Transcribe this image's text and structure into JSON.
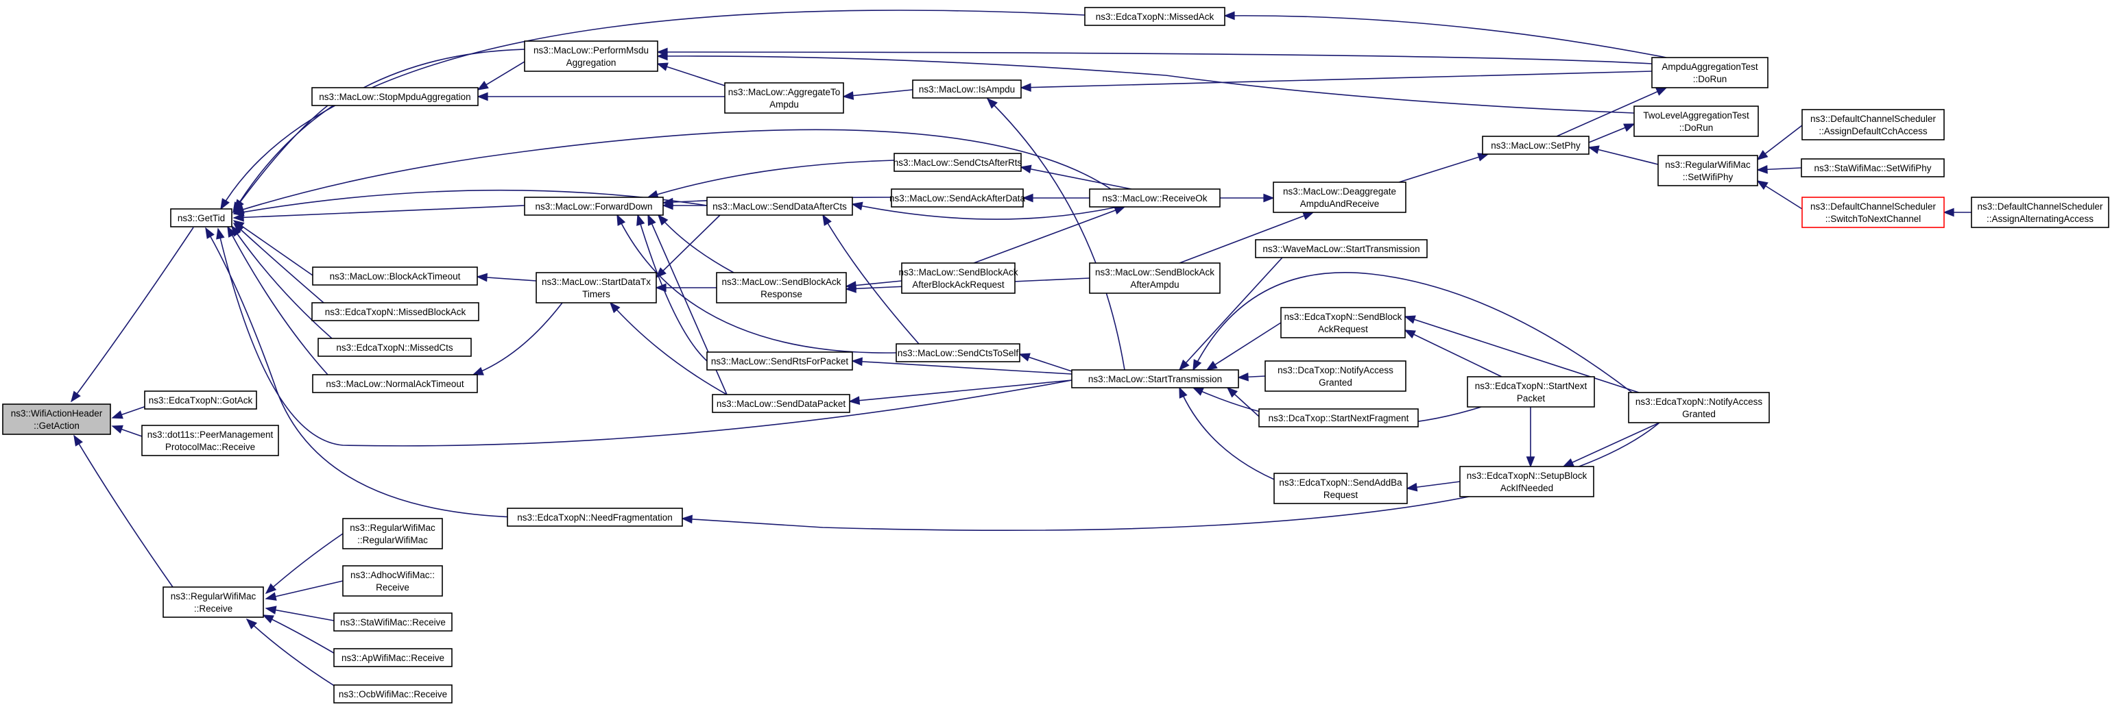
{
  "graph": {
    "colors": {
      "edge": "#191970",
      "node_fill": "#ffffff",
      "root_fill": "#bfbfbf",
      "truncated_border": "#ff0000",
      "border": "#000000"
    },
    "nodes": [
      {
        "id": "getaction",
        "lines": [
          "ns3::WifiActionHeader",
          "::GetAction"
        ],
        "root": true
      },
      {
        "id": "gettid",
        "lines": [
          "ns3::GetTid"
        ]
      },
      {
        "id": "edca_gotack",
        "lines": [
          "ns3::EdcaTxopN::GotAck"
        ]
      },
      {
        "id": "peer_receive",
        "lines": [
          "ns3::dot11s::PeerManagement",
          "ProtocolMac::Receive"
        ]
      },
      {
        "id": "regwifi_receive",
        "lines": [
          "ns3::RegularWifiMac",
          "::Receive"
        ]
      },
      {
        "id": "regwifi_ctor",
        "lines": [
          "ns3::RegularWifiMac",
          "::RegularWifiMac"
        ]
      },
      {
        "id": "adhoc_receive",
        "lines": [
          "ns3::AdhocWifiMac::",
          "Receive"
        ]
      },
      {
        "id": "sta_receive",
        "lines": [
          "ns3::StaWifiMac::Receive"
        ]
      },
      {
        "id": "ap_receive",
        "lines": [
          "ns3::ApWifiMac::Receive"
        ]
      },
      {
        "id": "ocb_receive",
        "lines": [
          "ns3::OcbWifiMac::Receive"
        ]
      },
      {
        "id": "stopmpdu",
        "lines": [
          "ns3::MacLow::StopMpduAggregation"
        ]
      },
      {
        "id": "performmsdu",
        "lines": [
          "ns3::MacLow::PerformMsdu",
          "Aggregation"
        ]
      },
      {
        "id": "aggregatetoampdu",
        "lines": [
          "ns3::MacLow::AggregateTo",
          "Ampdu"
        ]
      },
      {
        "id": "isampdu",
        "lines": [
          "ns3::MacLow::IsAmpdu"
        ]
      },
      {
        "id": "missedack",
        "lines": [
          "ns3::EdcaTxopN::MissedAck"
        ]
      },
      {
        "id": "ampdutest",
        "lines": [
          "AmpduAggregationTest",
          "::DoRun"
        ]
      },
      {
        "id": "twoleveltest",
        "lines": [
          "TwoLevelAggregationTest",
          "::DoRun"
        ]
      },
      {
        "id": "forwarddown",
        "lines": [
          "ns3::MacLow::ForwardDown"
        ]
      },
      {
        "id": "blockacktimeout",
        "lines": [
          "ns3::MacLow::BlockAckTimeout"
        ]
      },
      {
        "id": "missedblockack",
        "lines": [
          "ns3::EdcaTxopN::MissedBlockAck"
        ]
      },
      {
        "id": "missedcts",
        "lines": [
          "ns3::EdcaTxopN::MissedCts"
        ]
      },
      {
        "id": "normalacktimeout",
        "lines": [
          "ns3::MacLow::NormalAckTimeout"
        ]
      },
      {
        "id": "startdatatx",
        "lines": [
          "ns3::MacLow::StartDataTx",
          "Timers"
        ]
      },
      {
        "id": "needfrag",
        "lines": [
          "ns3::EdcaTxopN::NeedFragmentation"
        ]
      },
      {
        "id": "sendctsafterrts",
        "lines": [
          "ns3::MacLow::SendCtsAfterRts"
        ]
      },
      {
        "id": "sendackafterdata",
        "lines": [
          "ns3::MacLow::SendAckAfterData"
        ]
      },
      {
        "id": "senddataaftercts",
        "lines": [
          "ns3::MacLow::SendDataAfterCts"
        ]
      },
      {
        "id": "sendblockackresp",
        "lines": [
          "ns3::MacLow::SendBlockAck",
          "Response"
        ]
      },
      {
        "id": "sendrtsforpacket",
        "lines": [
          "ns3::MacLow::SendRtsForPacket"
        ]
      },
      {
        "id": "senddatapacket",
        "lines": [
          "ns3::MacLow::SendDataPacket"
        ]
      },
      {
        "id": "sendctstoself",
        "lines": [
          "ns3::MacLow::SendCtsToSelf"
        ]
      },
      {
        "id": "sendbaafterbar",
        "lines": [
          "ns3::MacLow::SendBlockAck",
          "AfterBlockAckRequest"
        ]
      },
      {
        "id": "receiveok",
        "lines": [
          "ns3::MacLow::ReceiveOk"
        ]
      },
      {
        "id": "sendbaafterampdu",
        "lines": [
          "ns3::MacLow::SendBlockAck",
          "AfterAmpdu"
        ]
      },
      {
        "id": "starttransmission",
        "lines": [
          "ns3::MacLow::StartTransmission"
        ]
      },
      {
        "id": "deaggregate",
        "lines": [
          "ns3::MacLow::Deaggregate",
          "AmpduAndReceive"
        ]
      },
      {
        "id": "setphy",
        "lines": [
          "ns3::MacLow::SetPhy"
        ]
      },
      {
        "id": "regwifi_setwifiphy",
        "lines": [
          "ns3::RegularWifiMac",
          "::SetWifiPhy"
        ]
      },
      {
        "id": "wavemac_starttx",
        "lines": [
          "ns3::WaveMacLow::StartTransmission"
        ]
      },
      {
        "id": "edca_sendbar",
        "lines": [
          "ns3::EdcaTxopN::SendBlock",
          "AckRequest"
        ]
      },
      {
        "id": "dca_notifyaccess",
        "lines": [
          "ns3::DcaTxop::NotifyAccess",
          "Granted"
        ]
      },
      {
        "id": "dca_startnextfrag",
        "lines": [
          "ns3::DcaTxop::StartNextFragment"
        ]
      },
      {
        "id": "edca_sendaddba",
        "lines": [
          "ns3::EdcaTxopN::SendAddBa",
          "Request"
        ]
      },
      {
        "id": "edca_startnextpacket",
        "lines": [
          "ns3::EdcaTxopN::StartNext",
          "Packet"
        ]
      },
      {
        "id": "edca_setupblockack",
        "lines": [
          "ns3::EdcaTxopN::SetupBlock",
          "AckIfNeeded"
        ]
      },
      {
        "id": "edca_notifyaccess",
        "lines": [
          "ns3::EdcaTxopN::NotifyAccess",
          "Granted"
        ]
      },
      {
        "id": "dcs_assigndefault",
        "lines": [
          "ns3::DefaultChannelScheduler",
          "::AssignDefaultCchAccess"
        ]
      },
      {
        "id": "sta_setwifiphy",
        "lines": [
          "ns3::StaWifiMac::SetWifiPhy"
        ]
      },
      {
        "id": "dcs_switch",
        "lines": [
          "ns3::DefaultChannelScheduler",
          "::SwitchToNextChannel"
        ],
        "truncated": true
      },
      {
        "id": "dcs_assignalt",
        "lines": [
          "ns3::DefaultChannelScheduler",
          "::AssignAlternatingAccess"
        ]
      }
    ]
  }
}
